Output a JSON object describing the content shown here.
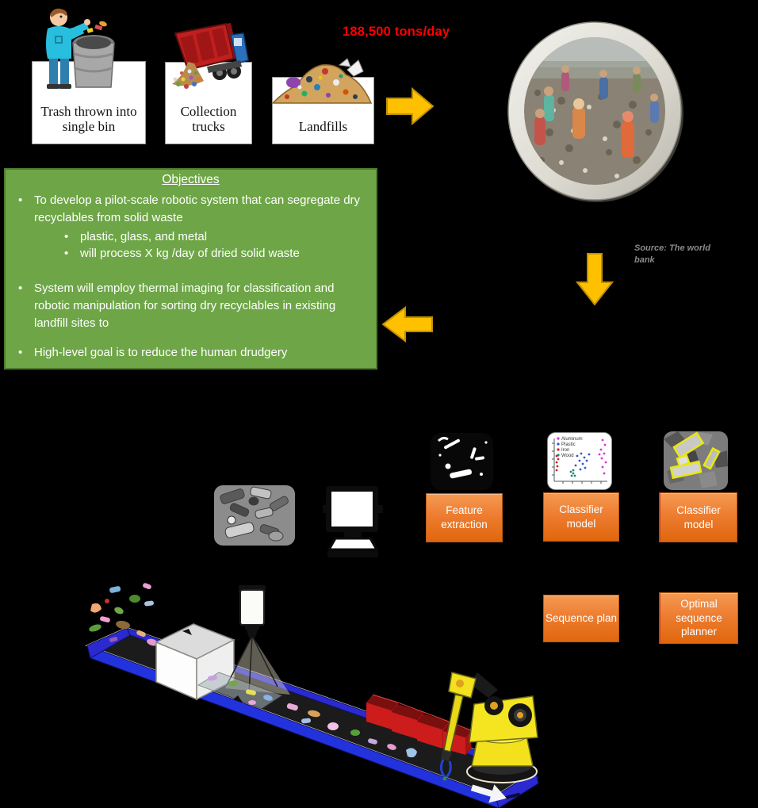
{
  "top_flow": {
    "steps": [
      {
        "label": "Trash thrown into single bin"
      },
      {
        "label": "Collection trucks"
      },
      {
        "label": "Landfills"
      }
    ],
    "rate_label": "188,500 tons/day"
  },
  "landfill_photo": {
    "caption": "Source: The world bank"
  },
  "objectives": {
    "title": "Objectives",
    "bullets": [
      {
        "text": "To develop a pilot-scale robotic system that can segregate dry recyclables from solid waste"
      },
      {
        "text": "plastic, glass, and metal"
      },
      {
        "text": "will process X kg /day of dried solid waste"
      },
      {
        "text": "System will employ thermal imaging  for classification and robotic manipulation for sorting dry recyclables in existing landfill sites to"
      },
      {
        "text": "High-level goal is to reduce the human drudgery"
      }
    ]
  },
  "pipeline": {
    "feature_extraction": "Feature extraction",
    "classifier_model_1": "Classifier model",
    "classifier_model_2": "Classifier model",
    "sequence_plan": "Sequence plan",
    "optimal_sequence_planner": "Optimal sequence planner"
  },
  "scatter_legend": [
    "Aluminum",
    "Plastic",
    "Iron",
    "Wood"
  ],
  "colors": {
    "background": "#000000",
    "objectives_fill": "#6ea647",
    "objectives_border": "#4e7b2e",
    "orange_box": "#ed7d31",
    "arrow_yellow": "#ffc000",
    "rate_red": "#ff0000",
    "belt_blue": "#2a2ad0",
    "robot_yellow": "#f2e11c",
    "bin_red": "#cc1c1c"
  }
}
